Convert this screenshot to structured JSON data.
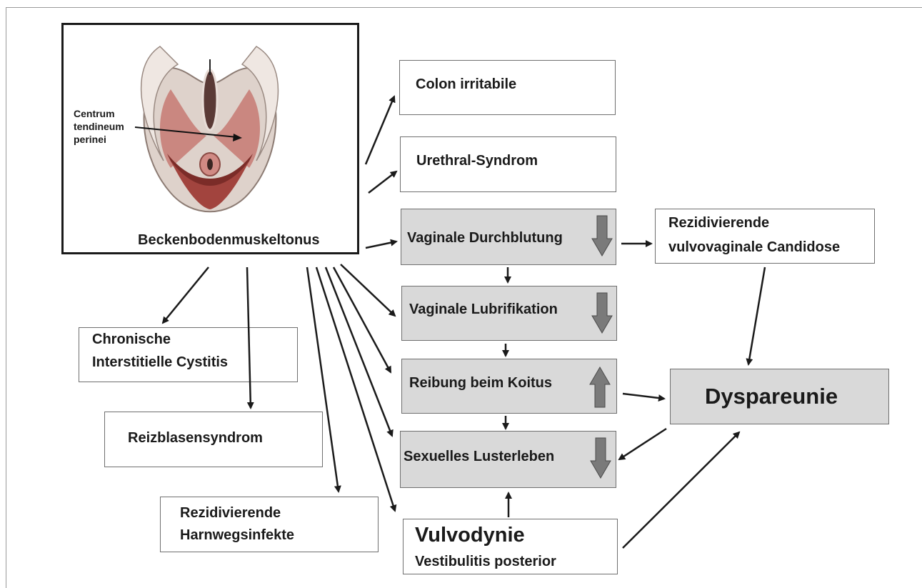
{
  "colors": {
    "gray_box": "#d9d9d9",
    "arrow_shape_fill": "#7a7a7a",
    "line": "#1a1a1a",
    "muscle": "#b5605a",
    "tissue": "#e8ddd7"
  },
  "anatomy_panel": {
    "label_lines": [
      "Centrum",
      "tendineum",
      "perinei"
    ],
    "caption": "Beckenbodenmuskeltonus"
  },
  "boxes": {
    "colon": "Colon irritabile",
    "urethral": "Urethral-Syndrom",
    "durchblutung": "Vaginale Durchblutung",
    "lubrifikation": "Vaginale Lubrifikation",
    "reibung": "Reibung beim Koitus",
    "lusterleben": "Sexuelles Lusterleben",
    "candidose": [
      "Rezidivierende",
      "vulvovaginale Candidose"
    ],
    "dyspareunie": "Dyspareunie",
    "cystitis": [
      "Chronische",
      "Interstitielle Cystitis"
    ],
    "reizblase": "Reizblasensyndrom",
    "harnweg": [
      "Rezidivierende",
      "Harnwegsinfekte"
    ],
    "vulvodynie_title": "Vulvodynie",
    "vulvodynie_sub": "Vestibulitis posterior"
  },
  "indicators": {
    "durchblutung": "down",
    "lubrifikation": "down",
    "reibung": "up",
    "lusterleben": "down"
  }
}
